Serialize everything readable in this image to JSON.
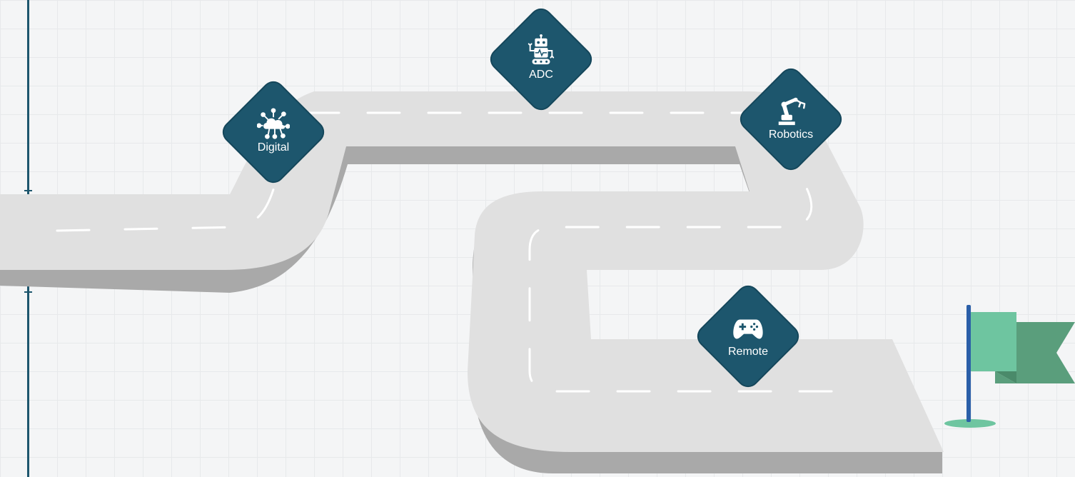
{
  "roadmap": {
    "milestones": [
      {
        "id": "digital",
        "label": "Digital",
        "icon": "cloud-network-icon"
      },
      {
        "id": "adc",
        "label": "ADC",
        "icon": "robot-icon"
      },
      {
        "id": "robotics",
        "label": "Robotics",
        "icon": "robotic-arm-icon"
      },
      {
        "id": "remote",
        "label": "Remote",
        "icon": "gamepad-icon"
      }
    ],
    "finish": {
      "icon": "finish-flag-icon"
    }
  },
  "colors": {
    "badge": "#1d566d",
    "road_top": "#e0e0e0",
    "road_side": "#a9a9a9",
    "lane_marking": "#ffffff",
    "flag_light": "#6ec5a0",
    "flag_dark": "#5a9e7c",
    "flag_pole": "#2b5fa8"
  }
}
